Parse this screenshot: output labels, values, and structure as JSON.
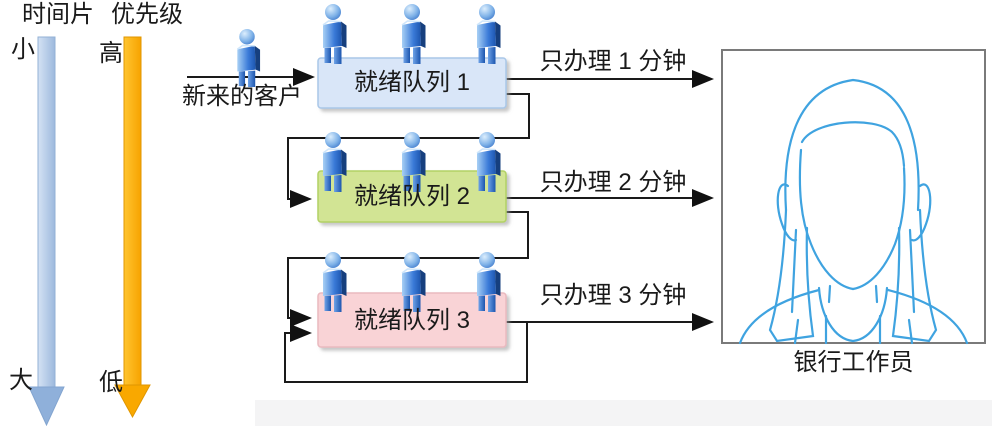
{
  "legend": {
    "time_slice_label": "时间片",
    "priority_label": "优先级",
    "time_slice_top": "小",
    "time_slice_bottom": "大",
    "priority_top": "高",
    "priority_bottom": "低",
    "time_slice_color": "#a9c3e4",
    "priority_color": "#ffb514"
  },
  "incoming_label": "新来的客户",
  "queues": [
    {
      "label": "就绪队列 1",
      "service_label": "只办理 1 分钟",
      "color": "#d9e6f8",
      "border": "#a9c7e8"
    },
    {
      "label": "就绪队列 2",
      "service_label": "只办理 2 分钟",
      "color": "#d2e494",
      "border": "#b2d164"
    },
    {
      "label": "就绪队列 3",
      "service_label": "只办理 3 分钟",
      "color": "#f9d3d6",
      "border": "#eab9bf"
    }
  ],
  "worker_label": "银行工作员",
  "icons": {
    "customer": "person-icon",
    "worker": "worker-portrait-icon"
  }
}
